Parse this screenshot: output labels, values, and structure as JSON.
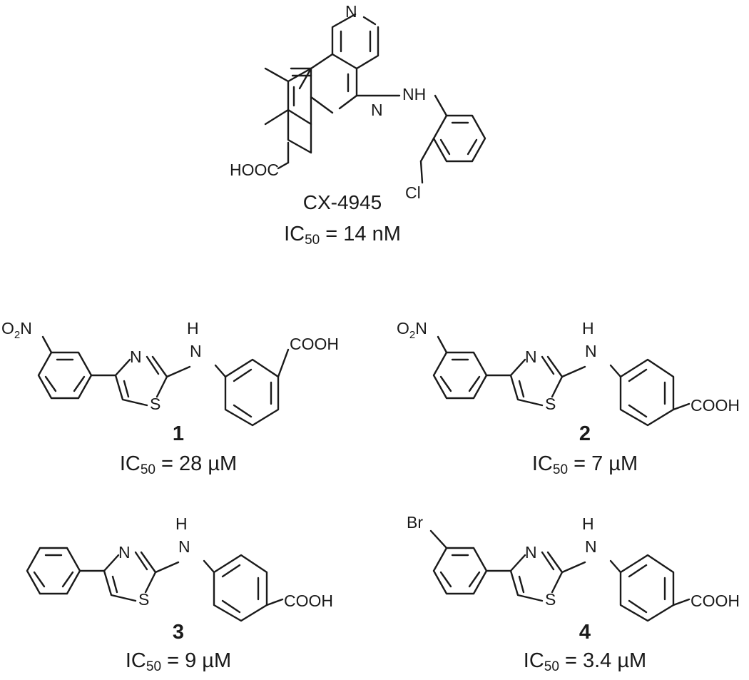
{
  "compounds": [
    {
      "id": "cx4945",
      "name": "CX-4945",
      "ic_label": "IC",
      "ic_sub": "50",
      "ic_value": " = 14 nM",
      "atoms": {
        "n_pyridine": "N",
        "n_ring": "N",
        "nh": "NH",
        "cooh": "HOOC",
        "cl": "Cl"
      }
    },
    {
      "id": "c1",
      "name": "1",
      "ic_label": "IC",
      "ic_sub": "50",
      "ic_value": " = 28 µM",
      "atoms": {
        "no2": "O2N",
        "n_thiazole": "N",
        "s_thiazole": "S",
        "nh": "NH",
        "cooh": "COOH"
      }
    },
    {
      "id": "c2",
      "name": "2",
      "ic_label": "IC",
      "ic_sub": "50",
      "ic_value": " = 7 µM",
      "atoms": {
        "no2": "O2N",
        "n_thiazole": "N",
        "s_thiazole": "S",
        "nh": "NH",
        "cooh": "COOH"
      }
    },
    {
      "id": "c3",
      "name": "3",
      "ic_label": "IC",
      "ic_sub": "50",
      "ic_value": " = 9 µM",
      "atoms": {
        "n_thiazole": "N",
        "s_thiazole": "S",
        "nh": "NH",
        "cooh": "COOH"
      }
    },
    {
      "id": "c4",
      "name": "4",
      "ic_label": "IC",
      "ic_sub": "50",
      "ic_value": " = 3.4 µM",
      "atoms": {
        "br": "Br",
        "n_thiazole": "N",
        "s_thiazole": "S",
        "nh": "NH",
        "cooh": "COOH"
      }
    }
  ]
}
